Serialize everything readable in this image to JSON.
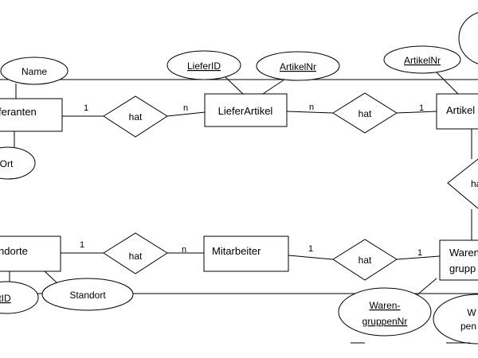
{
  "entities": {
    "lieferanten": "feranten",
    "lieferartikel": "LieferArtikel",
    "artikel": "Artikel",
    "standorte": "ndorte",
    "mitarbeiter": "Mitarbeiter",
    "warengruppe_line1": "Waren",
    "warengruppe_line2": "grupp"
  },
  "attributes": {
    "name": "Name",
    "ort": "Ort",
    "lieferid": "LieferID",
    "lieferartikel_artikelnr": "ArtikelNr",
    "artikel_artikelnr": "ArtikelNr",
    "standort_id": "tID",
    "standort": "Standort",
    "warengruppennr_line1": "Waren-",
    "warengruppennr_line2": "gruppenNr",
    "warengruppe_attr_line1": "W",
    "warengruppe_attr_line2": "pen"
  },
  "relationships": {
    "lieferanten_lieferartikel": "hat",
    "lieferartikel_artikel": "hat",
    "artikel_warengruppe": "ha",
    "standorte_mitarbeiter": "hat",
    "mitarbeiter_warengruppe": "hat"
  },
  "cardinalities": {
    "lief_1": "1",
    "liefart_n_left": "n",
    "liefart_n_right": "n",
    "artikel_1": "1",
    "standorte_1": "1",
    "mitarbeiter_n": "n",
    "mitarbeiter_1": "1",
    "warengruppe_1": "1"
  }
}
